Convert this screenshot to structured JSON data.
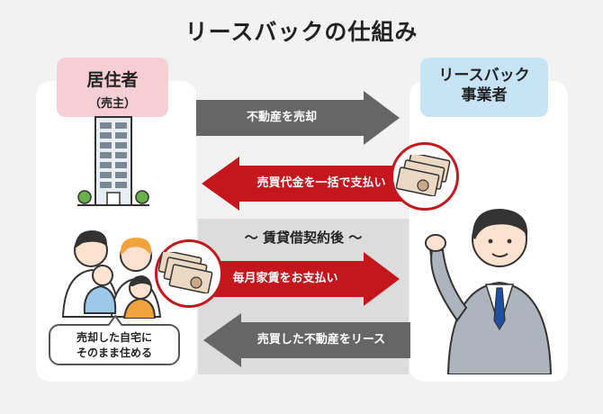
{
  "title": "リースバックの仕組み",
  "resident": {
    "label": "居住者",
    "sublabel": "（売主）"
  },
  "business": {
    "label_line1": "リースバック",
    "label_line2": "事業者"
  },
  "contract_label": "～ 賃貸借契約後 ～",
  "arrows": [
    {
      "text": "不動産を売却",
      "direction": "right",
      "color": "#666666"
    },
    {
      "text": "売買代金を一括で支払い",
      "direction": "left",
      "color": "#c4161c"
    },
    {
      "text": "毎月家賃をお支払い",
      "direction": "right",
      "color": "#c4161c"
    },
    {
      "text": "売買した不動産をリース",
      "direction": "left",
      "color": "#666666"
    }
  ],
  "speech_bubble": {
    "line1": "売却した自宅に",
    "line2": "そのまま住める"
  },
  "colors": {
    "accent_red": "#c4161c",
    "arrow_gray": "#666666",
    "resident_tag": "#f6cfd6",
    "business_tag": "#c7e3f6"
  }
}
